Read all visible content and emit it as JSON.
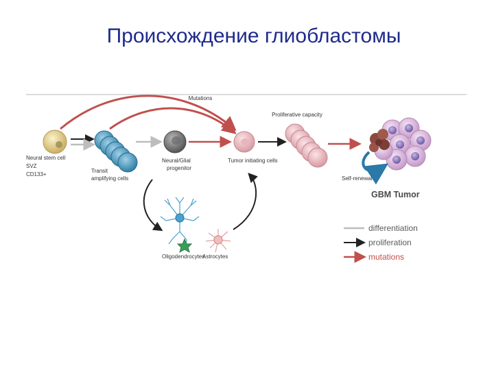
{
  "slide": {
    "title": "Происхождение глиобластомы"
  },
  "diagram": {
    "top_label": "Mutations",
    "proliferative_label": "Proliferative capacity",
    "stem_cell_lines": [
      "Neural stem cell",
      "SVZ",
      "CD133+"
    ],
    "transit_lines": [
      "Transit",
      "amplifying cells"
    ],
    "progenitor_lines": [
      "Neural/Glial",
      "progenitor"
    ],
    "tumor_initiating": "Tumor initiating cells",
    "oligodendrocytes": "Oligodendrocytes",
    "astrocytes": "Astrocytes",
    "self_renewal": "Self-renewal",
    "gbm_tumor": "GBM Tumor",
    "legend": [
      {
        "label": "differentiation",
        "color": "#bdbdbd"
      },
      {
        "label": "proliferation",
        "color": "#222222"
      },
      {
        "label": "mutations",
        "color": "#c0504d"
      }
    ]
  }
}
